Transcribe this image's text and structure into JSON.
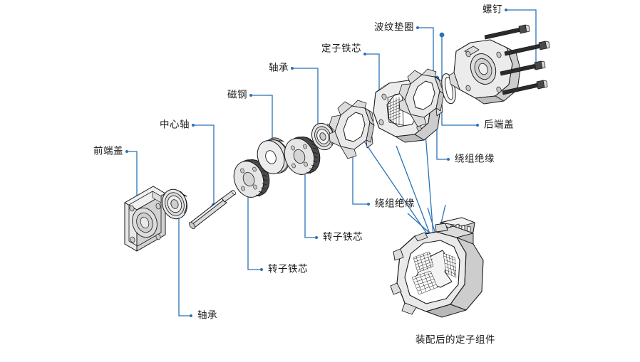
{
  "diagram": {
    "title": "装配后的定子组件",
    "accent_color": "#2a72b8",
    "line_color": "#2a72b8",
    "part_fill": "#e9e9e9",
    "part_fill_dark": "#c9c9c9",
    "part_stroke": "#1a1a1a",
    "background": "#ffffff"
  },
  "labels": {
    "front_end_cap": "前端盖",
    "center_shaft": "中心轴",
    "magnet_steel": "磁钢",
    "bearing_left": "轴承",
    "bearing_top": "轴承",
    "rotor_core_left": "转子铁芯",
    "rotor_core_right": "转子铁芯",
    "stator_core": "定子铁芯",
    "wave_washer": "波纹垫圈",
    "screw": "螺钉",
    "rear_end_cap": "后端盖",
    "winding_insulation_right": "绕组绝缘",
    "winding_insulation_center": "绕组绝缘"
  },
  "caption": "装配后的定子组件",
  "parts": [
    {
      "name": "front-end-cap",
      "label": "前端盖"
    },
    {
      "name": "bearing-front",
      "label": "轴承"
    },
    {
      "name": "center-shaft",
      "label": "中心轴"
    },
    {
      "name": "rotor-core-front",
      "label": "转子铁芯"
    },
    {
      "name": "magnet-steel",
      "label": "磁钢"
    },
    {
      "name": "rotor-core-rear",
      "label": "转子铁芯"
    },
    {
      "name": "bearing-rear",
      "label": "轴承"
    },
    {
      "name": "winding-insulation-front",
      "label": "绕组绝缘"
    },
    {
      "name": "stator-core",
      "label": "定子铁芯"
    },
    {
      "name": "winding-insulation-rear",
      "label": "绕组绝缘"
    },
    {
      "name": "wave-washer",
      "label": "波纹垫圈"
    },
    {
      "name": "rear-end-cap",
      "label": "后端盖"
    },
    {
      "name": "screws",
      "label": "螺钉"
    },
    {
      "name": "assembled-stator",
      "label": "装配后的定子组件"
    }
  ]
}
